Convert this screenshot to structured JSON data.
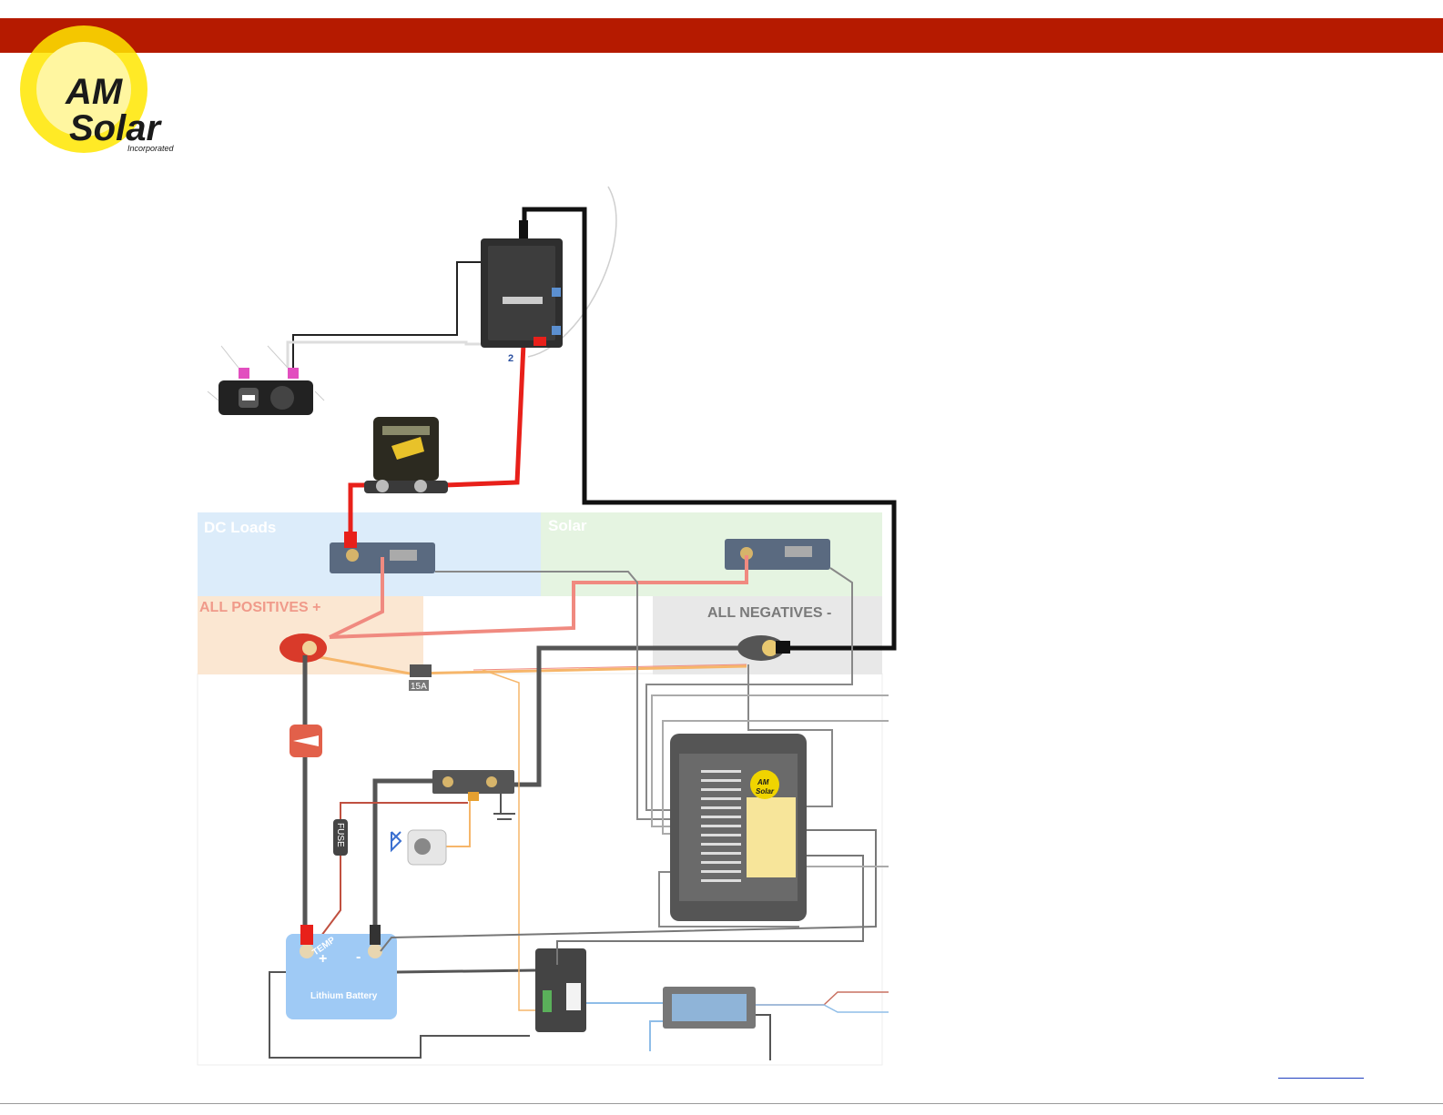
{
  "header": {
    "brand_color": "#b51a00",
    "logo": {
      "line1": "AM",
      "line2": "Solar",
      "line3": "Incorporated"
    }
  },
  "zones": {
    "dc_loads": "DC Loads",
    "solar": "Solar",
    "all_positives": "ALL POSITIVES +",
    "all_negatives": "ALL NEGATIVES -"
  },
  "labels": {
    "fuse_block_number": "2",
    "fuse_15a": "15A",
    "inline_fuse": "FUSE",
    "temp": "TEMP",
    "battery_plus": "+",
    "battery_minus": "-",
    "battery_name": "Lithium Battery"
  },
  "controller": {
    "logo_line1": "AM",
    "logo_line2": "Solar"
  },
  "colors": {
    "positive": "#e8201a",
    "negative": "#111111",
    "dc_loads_zone": "#dcecfa",
    "solar_zone": "#e5f4e1",
    "positives_zone": "#fbe7d2",
    "negatives_zone": "#e8e8e8",
    "battery": "#9fcaf5",
    "faded_positive": "#f08a80"
  }
}
